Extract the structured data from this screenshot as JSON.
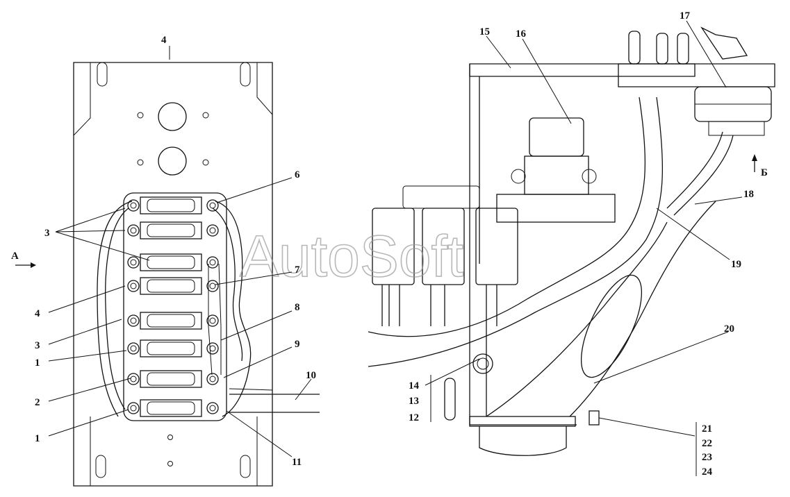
{
  "watermark": "AutoSoft",
  "view_a": "А",
  "view_b": "Б",
  "labels": {
    "l1a": "1",
    "l1b": "1",
    "l2": "2",
    "l3a": "3",
    "l3b": "3",
    "l4a": "4",
    "l4b": "4",
    "l6": "6",
    "l7": "7",
    "l8": "8",
    "l9": "9",
    "l10": "10",
    "l11": "11",
    "l12": "12",
    "l13": "13",
    "l14": "14",
    "l15": "15",
    "l16": "16",
    "l17": "17",
    "l18": "18",
    "l19": "19",
    "l20": "20",
    "l21": "21",
    "l22": "22",
    "l23": "23",
    "l24": "24"
  }
}
